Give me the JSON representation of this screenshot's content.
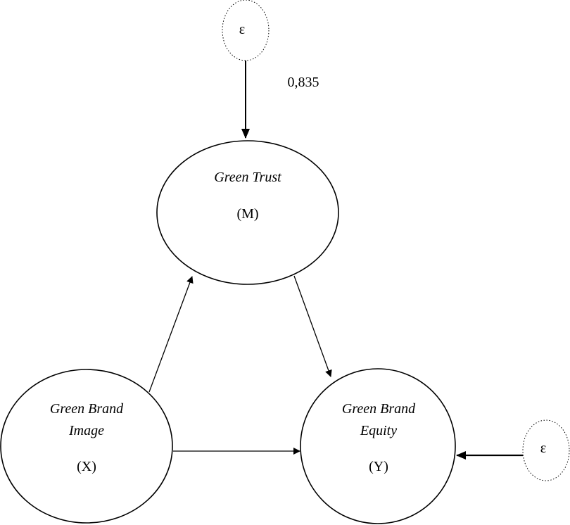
{
  "diagram": {
    "type": "mediation-path-diagram",
    "nodes": {
      "mediator": {
        "name": "Green Trust",
        "name_lines": [
          "Green Trust"
        ],
        "symbol": "(M)"
      },
      "independent": {
        "name": "Green Brand Image",
        "name_lines": [
          "Green Brand",
          "Image"
        ],
        "symbol": "(X)"
      },
      "dependent": {
        "name": "Green Brand Equity",
        "name_lines": [
          "Green Brand",
          "Equity"
        ],
        "symbol": "(Y)"
      },
      "error_mediator": {
        "symbol": "ε"
      },
      "error_dependent": {
        "symbol": "ε"
      }
    },
    "edges": [
      {
        "from": "error_mediator",
        "to": "mediator",
        "label": "0,835"
      },
      {
        "from": "independent",
        "to": "mediator",
        "label": ""
      },
      {
        "from": "mediator",
        "to": "dependent",
        "label": ""
      },
      {
        "from": "independent",
        "to": "dependent",
        "label": ""
      },
      {
        "from": "error_dependent",
        "to": "dependent",
        "label": ""
      }
    ]
  }
}
